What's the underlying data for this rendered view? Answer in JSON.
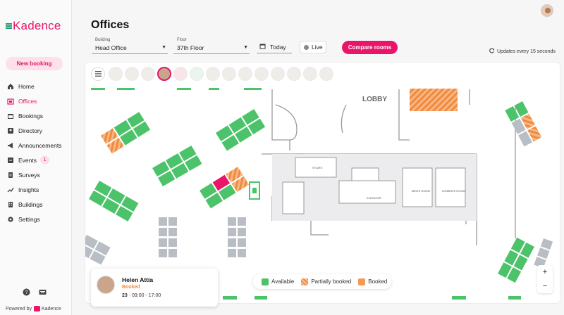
{
  "app": {
    "logo": "Kadence",
    "new_booking": "New booking",
    "powered_by": "Powered by",
    "powered_brand": "Kadence"
  },
  "sidebar": {
    "items": [
      {
        "label": "Home",
        "icon": "home-icon"
      },
      {
        "label": "Offices",
        "icon": "offices-icon",
        "active": true
      },
      {
        "label": "Bookings",
        "icon": "calendar-icon"
      },
      {
        "label": "Directory",
        "icon": "directory-icon"
      },
      {
        "label": "Announcements",
        "icon": "megaphone-icon"
      },
      {
        "label": "Events",
        "icon": "events-icon",
        "badge": "1"
      },
      {
        "label": "Surveys",
        "icon": "survey-icon"
      },
      {
        "label": "Insights",
        "icon": "insights-icon"
      },
      {
        "label": "Buildings",
        "icon": "building-icon"
      },
      {
        "label": "Settings",
        "icon": "gear-icon"
      }
    ]
  },
  "header": {
    "title": "Offices",
    "building_label": "Building",
    "building_value": "Head Office",
    "floor_label": "Floor",
    "floor_value": "37th Floor",
    "date_value": "Today",
    "live_label": "Live",
    "compare_button": "Compare rooms",
    "updates_text": "Updates every 15 seconds"
  },
  "map": {
    "labels": {
      "lobby": "LOBBY",
      "stairs": "STAIRS",
      "elevator": "ELEVATOR",
      "mens_room": "MEN'S ROOM",
      "womens_room": "WOMEN'S ROOM"
    }
  },
  "legend": {
    "available": "Available",
    "partial": "Partially booked",
    "booked": "Booked"
  },
  "colors": {
    "accent": "#e8156b",
    "available": "#4cc36a",
    "partial": "#f29a55",
    "booked": "#f08a3c",
    "nav_green": "#1c9a6f"
  },
  "person_card": {
    "name": "Helen Attia",
    "status": "Booked",
    "day": "23",
    "time": " · 09:00 - 17:00"
  },
  "zoom": {
    "in": "+",
    "out": "−"
  }
}
